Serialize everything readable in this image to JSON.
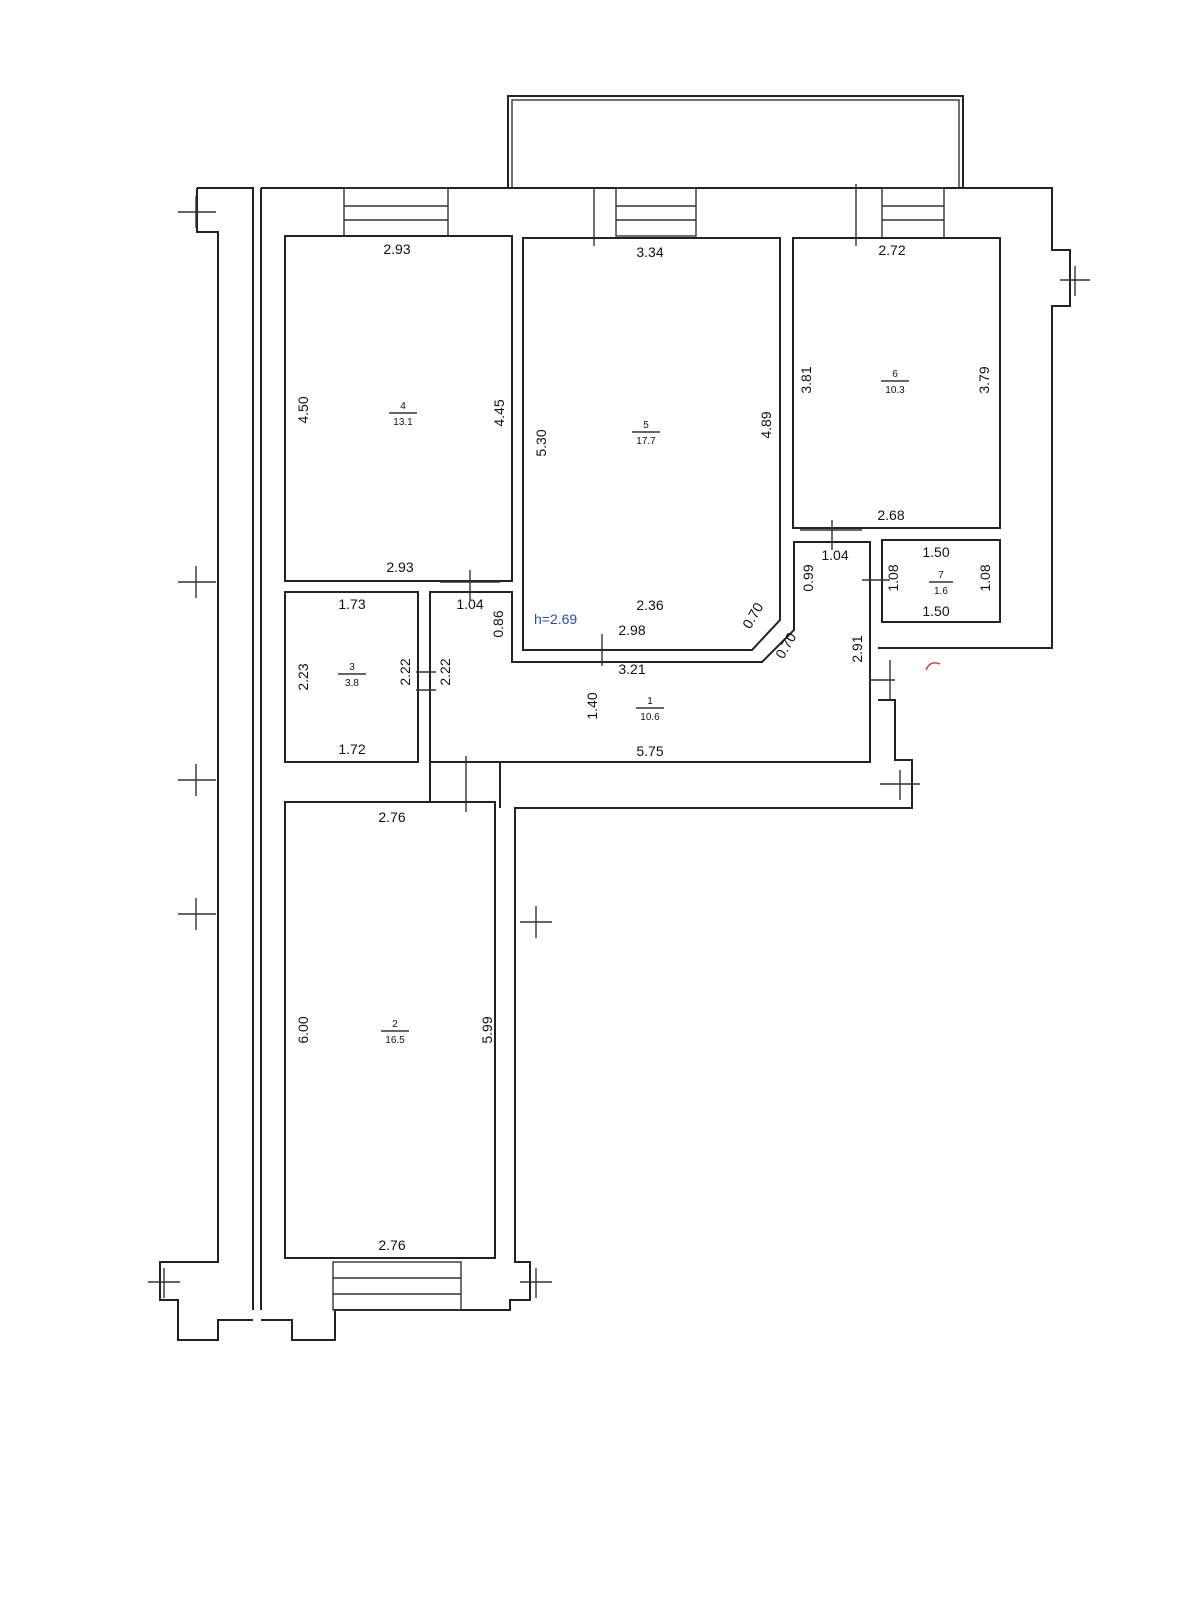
{
  "ceiling_height": "h=2.69",
  "rooms": [
    {
      "number": "1",
      "area": "10.6"
    },
    {
      "number": "2",
      "area": "16.5"
    },
    {
      "number": "3",
      "area": "3.8"
    },
    {
      "number": "4",
      "area": "13.1"
    },
    {
      "number": "5",
      "area": "17.7"
    },
    {
      "number": "6",
      "area": "10.3"
    },
    {
      "number": "7",
      "area": "1.6"
    }
  ],
  "dimensions": {
    "r4_top": "2.93",
    "r4_left": "4.50",
    "r4_right": "4.45",
    "r4_bottom": "2.93",
    "r5_top": "3.34",
    "r5_left": "5.30",
    "r5_right": "4.89",
    "r5_bottom": "2.36",
    "r5_diag": "0.70",
    "r5_door": "2.98",
    "r6_top": "2.72",
    "r6_left": "3.81",
    "r6_right": "3.79",
    "r6_bottom": "2.68",
    "r7_top": "1.50",
    "r7_left": "1.08",
    "r7_right": "1.08",
    "r7_bottom": "1.50",
    "r3_top": "1.73",
    "r3_left": "2.23",
    "r3_right": "2.22",
    "r3_bottom": "1.72",
    "h_open": "1.04",
    "h_depth": "0.86",
    "h_left": "2.22",
    "h_top": "3.21",
    "h_diag": "0.70",
    "h_narrow": "0.99",
    "h_open2": "1.04",
    "h_right": "2.91",
    "h_inner": "1.40",
    "h_bottom": "5.75",
    "r2_top": "2.76",
    "r2_left": "6.00",
    "r2_right": "5.99",
    "r2_bottom": "2.76"
  }
}
